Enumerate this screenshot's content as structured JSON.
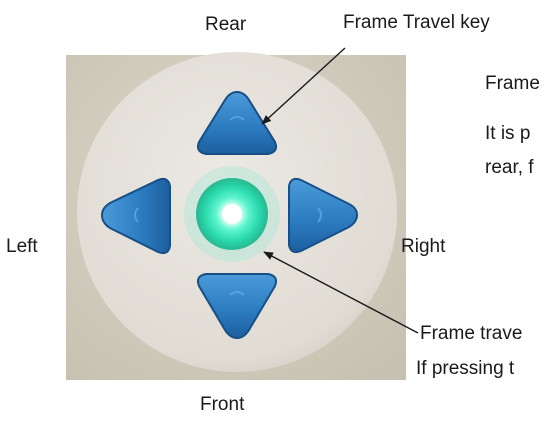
{
  "labels": {
    "rear": "Rear",
    "front": "Front",
    "left": "Left",
    "right": "Right",
    "frame_travel_key": "Frame Travel key",
    "side_text_1": "Frame",
    "side_text_2": "It is p",
    "side_text_3": "rear, f",
    "frame_travel_light": "Frame trave",
    "pressing_text": "If pressing t"
  },
  "colors": {
    "plate": "#d2cdbe",
    "dial": "#e4e0d9",
    "key_blue": "#2f82c8",
    "key_dark": "#17528d",
    "indicator": "#38f5c3",
    "text": "#1a1a1a"
  },
  "icons": {
    "up": "triangle-up-icon",
    "down": "triangle-down-icon",
    "left": "triangle-left-icon",
    "right": "triangle-right-icon",
    "center": "glowing-indicator-icon"
  }
}
